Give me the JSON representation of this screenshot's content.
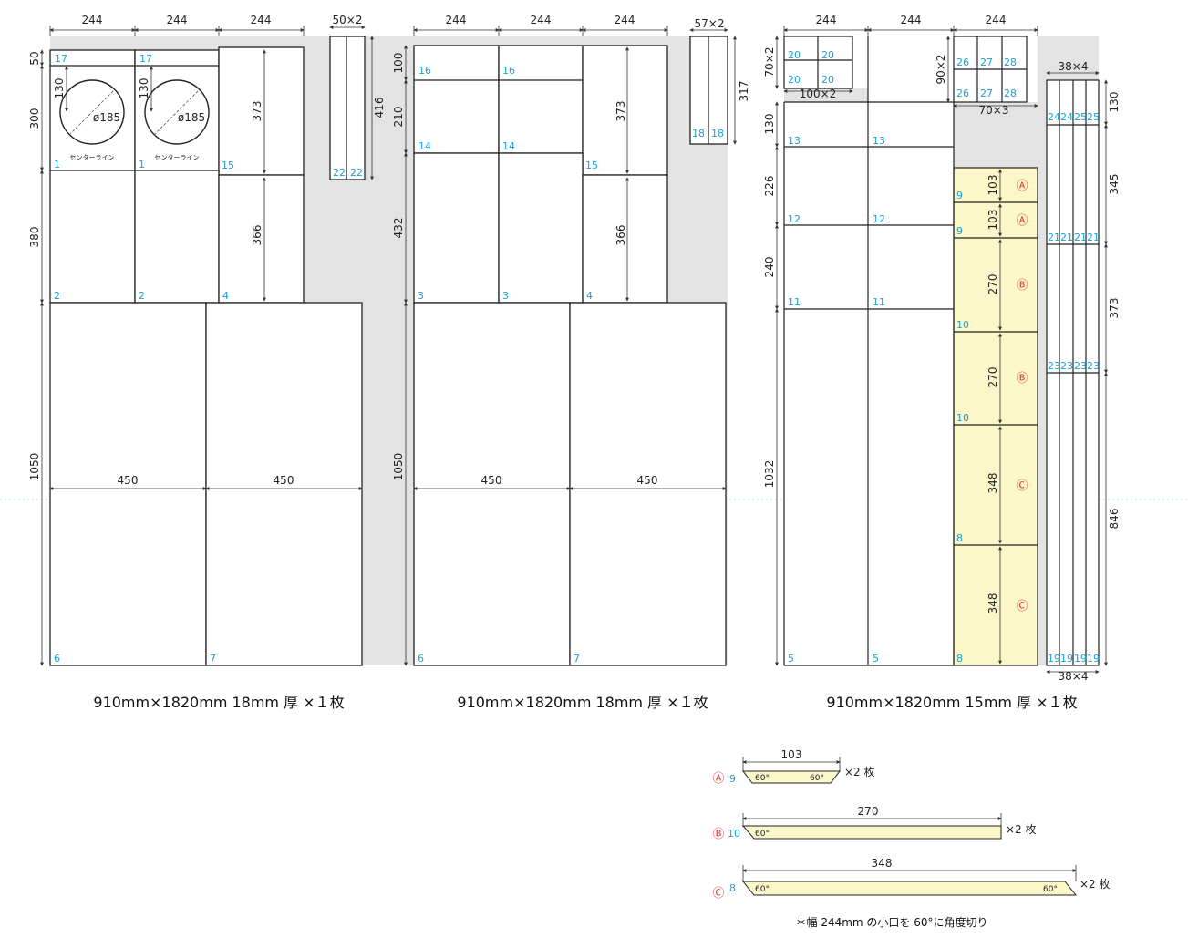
{
  "sheets": [
    {
      "caption": "910mm×1820mm 18mm 厚 ×１枚",
      "top_dims": [
        "244",
        "244",
        "244",
        "50×2"
      ],
      "left_dims": [
        "50",
        "300",
        "380",
        "1050"
      ],
      "inner_dims": [
        "373",
        "366",
        "416",
        "450",
        "450",
        "130",
        "ø185",
        "ø185"
      ],
      "part_ids": [
        "17",
        "17",
        "1",
        "1",
        "15",
        "22",
        "22",
        "2",
        "2",
        "4",
        "6",
        "7"
      ],
      "center_label": [
        "センターライン",
        "センターライン"
      ]
    },
    {
      "caption": "910mm×1820mm 18mm 厚 ×１枚",
      "top_dims": [
        "244",
        "244",
        "244",
        "57×2"
      ],
      "left_dims": [
        "100",
        "210",
        "432",
        "1050"
      ],
      "inner_dims": [
        "373",
        "366",
        "317",
        "450",
        "450"
      ],
      "part_ids": [
        "16",
        "16",
        "14",
        "14",
        "15",
        "18",
        "18",
        "3",
        "3",
        "4",
        "6",
        "7"
      ]
    },
    {
      "caption": "910mm×1820mm 15mm 厚 ×１枚",
      "top_dims": [
        "244",
        "244",
        "244",
        "38×4"
      ],
      "left_dims": [
        "70×2",
        "130",
        "226",
        "240",
        "1032"
      ],
      "inner_dims": [
        "100×2",
        "90×2",
        "70×3",
        "103",
        "103",
        "270",
        "270",
        "348",
        "348",
        "38×4"
      ],
      "right_dims": [
        "130",
        "345",
        "373",
        "846"
      ],
      "part_ids": [
        "20",
        "20",
        "20",
        "20",
        "26",
        "27",
        "28",
        "26",
        "27",
        "28",
        "13",
        "13",
        "12",
        "12",
        "11",
        "11",
        "5",
        "5",
        "9",
        "9",
        "10",
        "10",
        "8",
        "8"
      ],
      "strip_ids": [
        "24",
        "24",
        "25",
        "25",
        "21",
        "21",
        "21",
        "21",
        "23",
        "23",
        "23",
        "23",
        "19",
        "19",
        "19",
        "19"
      ],
      "circle_marks": [
        "Ⓐ",
        "Ⓐ",
        "Ⓑ",
        "Ⓑ",
        "Ⓒ",
        "Ⓒ"
      ]
    }
  ],
  "details": [
    {
      "mark": "Ⓐ",
      "id": "9",
      "length": "103",
      "angles": [
        "60°",
        "60°"
      ],
      "qty": "×2 枚"
    },
    {
      "mark": "Ⓑ",
      "id": "10",
      "length": "270",
      "angles": [
        "60°"
      ],
      "qty": "×2 枚"
    },
    {
      "mark": "Ⓒ",
      "id": "8",
      "length": "348",
      "angles": [
        "60°",
        "60°"
      ],
      "qty": "×2 枚"
    }
  ],
  "note": "＊幅 244mm の小口を 60°に角度切り",
  "colors": {
    "waste": "#e3e3e3",
    "highlight": "#fbf7c8",
    "id": "#1aa0d8",
    "mark": "#e0302a",
    "line": "#222222"
  }
}
